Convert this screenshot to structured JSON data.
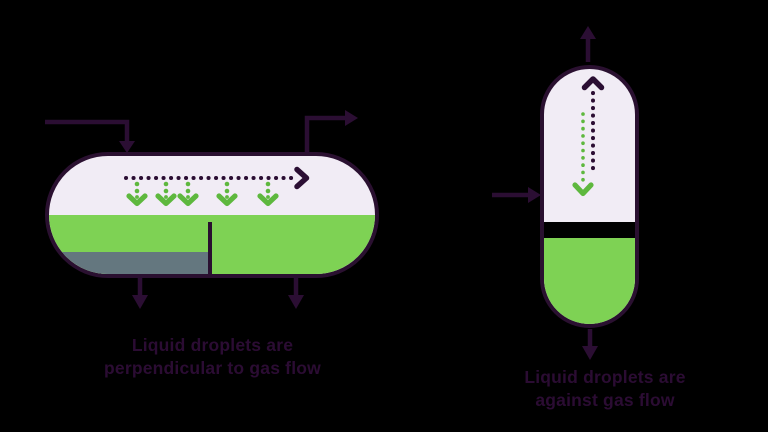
{
  "captions": {
    "left": {
      "line1": "Liquid droplets are",
      "line2": "perpendicular to gas flow"
    },
    "right": {
      "line1": "Liquid droplets are",
      "line2": "against gas flow"
    }
  },
  "colors": {
    "background": "#000000",
    "vessel_outline": "#2a1030",
    "vessel_fill": "#f1ecf5",
    "liquid_green": "#7ed254",
    "droplet_arrow_green": "#5eb83e",
    "heavy_liquid_gray": "#64777f",
    "pipe_and_text_purple": "#2b0e33"
  },
  "diagram": {
    "left_vessel": {
      "orientation": "horizontal",
      "gas_flow_arrow": "dotted-right",
      "droplet_arrows": "five-dotted-down",
      "ports": [
        "inlet-top-left",
        "gas-outlet-top-right",
        "outlet-bottom-left",
        "outlet-bottom-right"
      ],
      "internals": [
        "weir-baffle",
        "heavy-liquid-layer"
      ]
    },
    "right_vessel": {
      "orientation": "vertical",
      "gas_flow_arrow": "dotted-up",
      "droplet_arrows": "dotted-down",
      "ports": [
        "inlet-left",
        "gas-outlet-top",
        "outlet-bottom"
      ]
    }
  }
}
